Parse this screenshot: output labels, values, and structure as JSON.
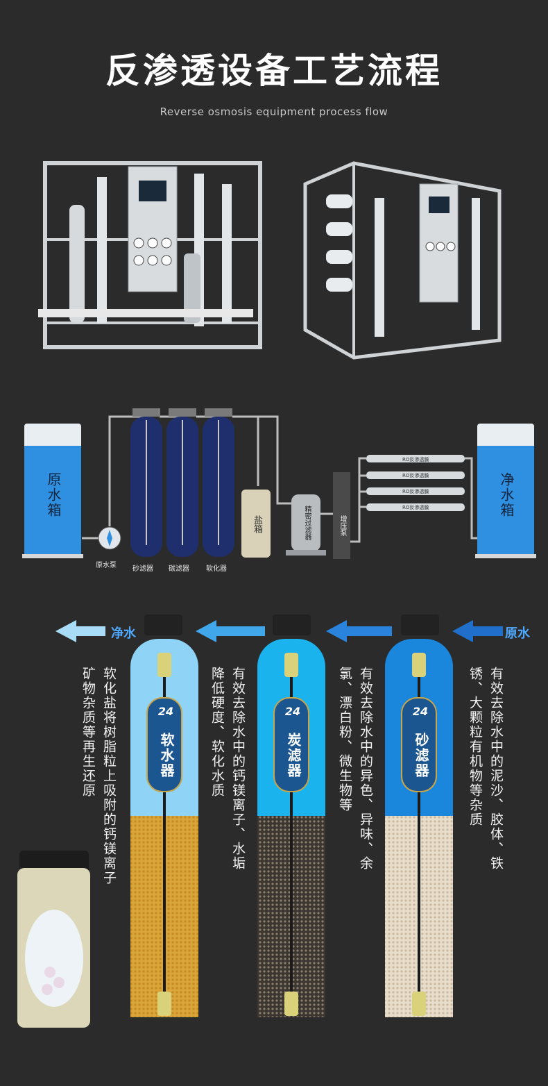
{
  "header": {
    "title": "反渗透设备工艺流程",
    "subtitle": "Reverse osmosis equipment process flow"
  },
  "diagram": {
    "raw_tank": "原水箱",
    "pure_tank": "净水箱",
    "raw_pump": "原水泵",
    "sand_filter": "砂滤器",
    "carbon_filter": "碳滤器",
    "softener": "软化器",
    "salt_box": "盐箱",
    "precision_filter": "精密过滤器",
    "booster_pump": "增压泵",
    "ro_membranes": [
      "RO反渗透膜",
      "RO反渗透膜",
      "RO反渗透膜",
      "RO反渗透膜"
    ]
  },
  "flow": {
    "out_label": "净水",
    "in_label": "原水"
  },
  "columns": {
    "softener": {
      "badge": "24",
      "name": "软水器",
      "desc": [
        "有效去除水中的钙镁离子、水垢",
        "降低硬度、软化水质"
      ]
    },
    "carbon": {
      "badge": "24",
      "name": "炭滤器",
      "desc": [
        "有效去除水中的异色、异味、余",
        "氯、漂白粉、微生物等"
      ]
    },
    "sand": {
      "badge": "24",
      "name": "砂滤器",
      "desc": [
        "有效去除水中的泥沙、胶体、铁",
        "锈、大颗粒有机物等杂质"
      ]
    },
    "regen_desc": [
      "软化盐将树脂粒上吸附的钙镁离子",
      "矿物杂质等再生还原"
    ]
  },
  "colors": {
    "background": "#2b2b2b",
    "water_blue": "#2f8fe0",
    "arrow_blue": "#1e90e8",
    "navy_column": "#1f2f6e"
  }
}
